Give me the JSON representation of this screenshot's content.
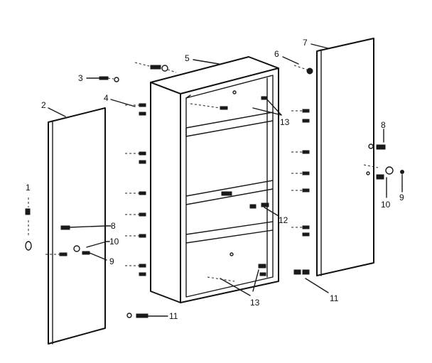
{
  "callouts": [
    {
      "id": "c1",
      "text": "1"
    },
    {
      "id": "c2",
      "text": "2"
    },
    {
      "id": "c3",
      "text": "3"
    },
    {
      "id": "c4",
      "text": "4"
    },
    {
      "id": "c5",
      "text": "5"
    },
    {
      "id": "c6",
      "text": "6"
    },
    {
      "id": "c7",
      "text": "7"
    },
    {
      "id": "c8a",
      "text": "8"
    },
    {
      "id": "c8b",
      "text": "8"
    },
    {
      "id": "c9a",
      "text": "9"
    },
    {
      "id": "c9b",
      "text": "9"
    },
    {
      "id": "c10a",
      "text": "10"
    },
    {
      "id": "c10b",
      "text": "10"
    },
    {
      "id": "c11a",
      "text": "11"
    },
    {
      "id": "c11b",
      "text": "11"
    },
    {
      "id": "c12",
      "text": "12"
    },
    {
      "id": "c13a",
      "text": "13"
    },
    {
      "id": "c13b",
      "text": "13"
    }
  ]
}
